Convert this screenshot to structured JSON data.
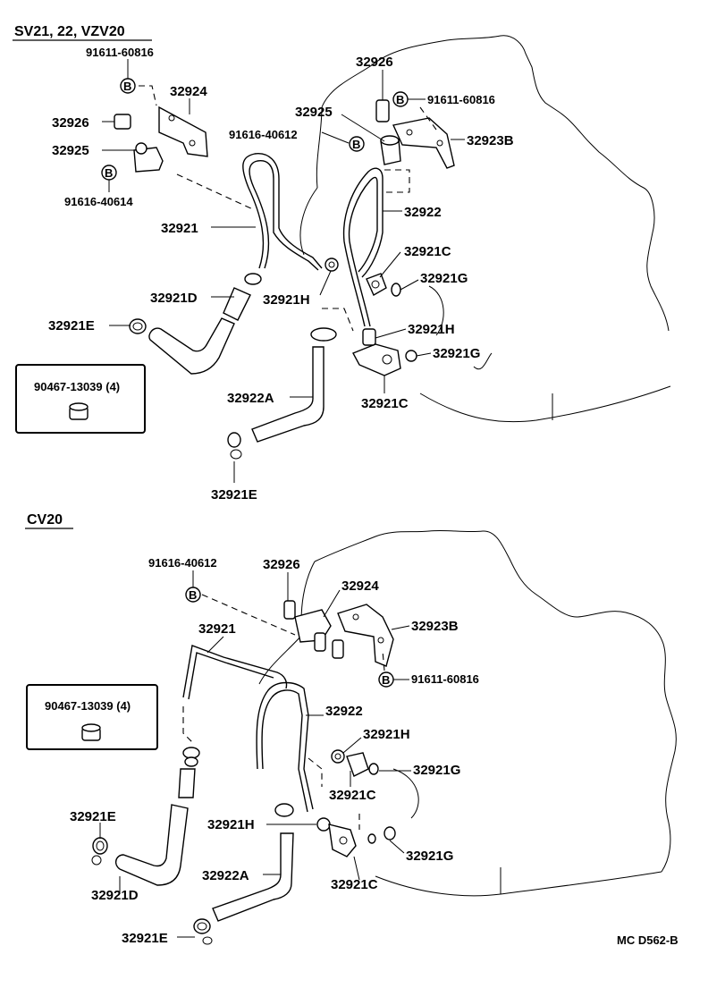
{
  "sections": {
    "top_title": "SV21, 22, VZV20",
    "bottom_title": "CV20"
  },
  "top_labels": {
    "bolt1": "91611-60816",
    "bracket": "32924",
    "sleeve_l": "32926",
    "grommet_l": "32925",
    "bolt2": "91616-40614",
    "pipe_l": "32921",
    "hose_d": "32921D",
    "clamp_e1": "32921E",
    "sleeve_r": "32926",
    "bolt3": "91611-60816",
    "grommet_r": "32925",
    "bolt4": "91616-40612",
    "bracket_b": "32923B",
    "pipe_r": "32922",
    "union_c1": "32921C",
    "gasket_g1": "32921G",
    "bolt_h1": "32921H",
    "bolt_h2": "32921H",
    "gasket_g2": "32921G",
    "union_c2": "32921C",
    "hose_a": "32922A",
    "clamp_e2": "32921E",
    "kit_label": "90467-13039 (4)"
  },
  "bottom_labels": {
    "bolt1": "91616-40612",
    "sleeve": "32926",
    "bracket": "32924",
    "bracket_b": "32923B",
    "bolt2": "91611-60816",
    "pipe_l": "32921",
    "kit_label": "90467-13039 (4)",
    "pipe_r": "32922",
    "bolt_h1": "32921H",
    "gasket_g1": "32921G",
    "union_c1": "32921C",
    "clamp_e1": "32921E",
    "bolt_h2": "32921H",
    "gasket_g2": "32921G",
    "hose_d": "32921D",
    "hose_a": "32922A",
    "union_c2": "32921C",
    "clamp_e2": "32921E"
  },
  "footer_code": "MC D562-B"
}
